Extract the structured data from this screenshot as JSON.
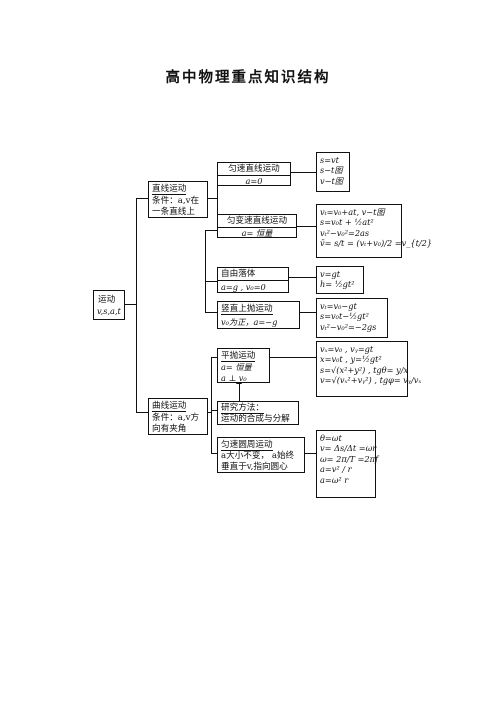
{
  "title": "高中物理重点知识结构",
  "root": {
    "line1": "运动",
    "line2": "v,s,a,t"
  },
  "straight": {
    "title": "直线运动",
    "cond1": "条件：a,v在",
    "cond2": "一条直线上"
  },
  "curve": {
    "title": "曲线运动",
    "cond1": "条件：a,v方",
    "cond2": "向有夹角"
  },
  "uniform_linear": {
    "title": "匀速直线运动",
    "cond": "a=0",
    "formulas": [
      "s=vt",
      "s−t图",
      "v−t图"
    ]
  },
  "accel_linear": {
    "title": "匀变速直线运动",
    "cond": "a= 恒量",
    "formulas": [
      "vₜ=v₀+at, v−t图",
      "s=v₀t + ½at²",
      "vₜ²−v₀²=2as",
      "v̄= s/t = (vₜ+v₀)/2 =v_{t/2}"
    ]
  },
  "free_fall": {
    "title": "自由落体",
    "cond": "a=g , v₀=0",
    "formulas": [
      "v=gt",
      "h= ½gt²"
    ]
  },
  "vertical_throw": {
    "title": "竖直上抛运动",
    "cond": "v₀为正，a=−g",
    "formulas": [
      "vₜ=v₀−gt",
      "s=v₀t−½gt²",
      "vₜ²−v₀²=−2gs"
    ]
  },
  "projectile": {
    "title": "平抛运动",
    "cond1": "a= 恒量",
    "cond2": "a ⊥ v₀",
    "formulas": [
      "vₓ=v₀ , vᵧ=gt",
      "x=v₀t , y=½gt²",
      "s=√(x²+y²) , tgθ= y/x",
      "v=√(vₓ²+vᵧ²) , tgφ= vᵧ/vₓ"
    ]
  },
  "method": {
    "line1": "研究方法：",
    "line2": "运动的合成与分解"
  },
  "circular": {
    "title": "匀速圆周运动",
    "cond1": "a大小不变， a始终",
    "cond2": "垂直于v,指向圆心",
    "formulas": [
      "θ=ωt",
      "v= Δs/Δt =ωr",
      "ω= 2π/T =2πf",
      "a=v² / r",
      "a=ω² r"
    ]
  }
}
